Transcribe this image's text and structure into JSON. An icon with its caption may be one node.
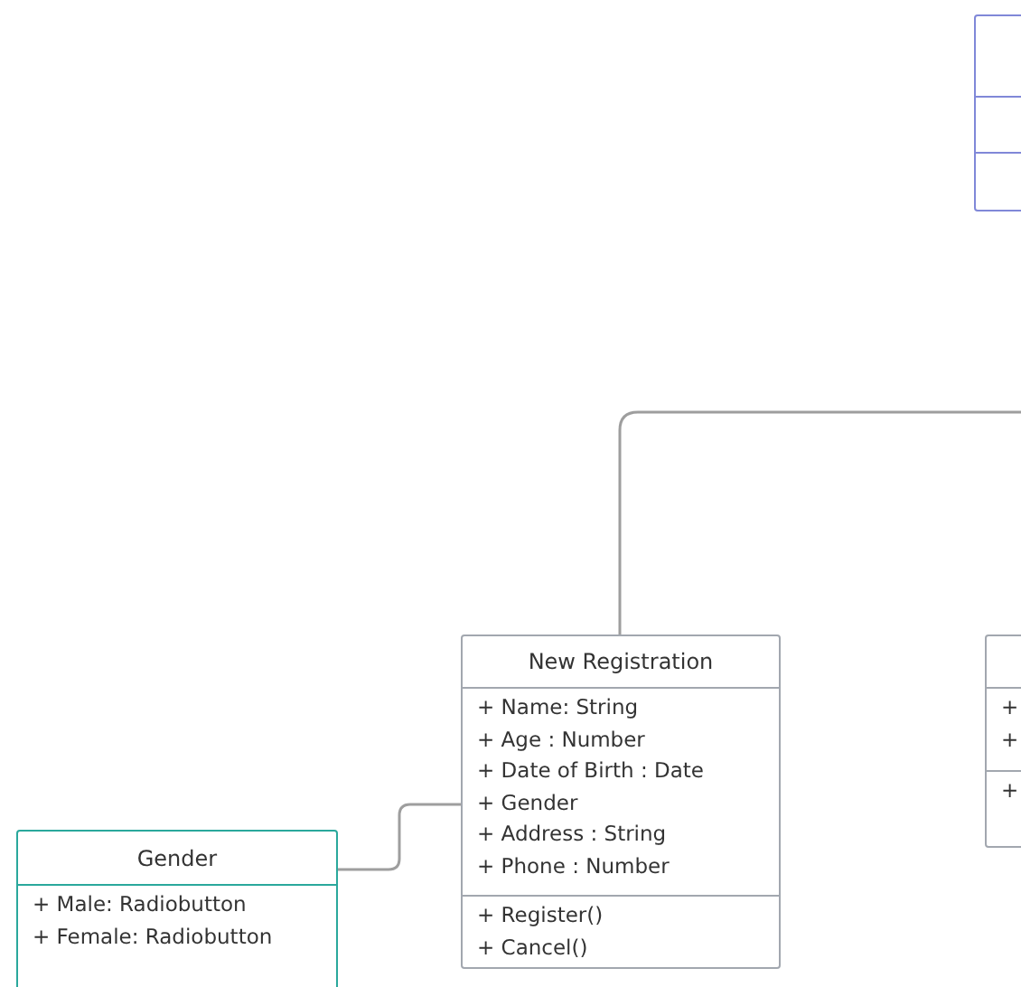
{
  "diagram": {
    "nodes": [
      {
        "text": [],
        "shape": "box"
      },
      {
        "text": [
          "New Registration",
          "+ Name: String",
          "+ Age : Number",
          "+ Date of Birth : Date",
          "+ Gender",
          "+ Address : String",
          "+ Phone : Number",
          "+ Register()",
          "+ Cancel()"
        ]
      },
      {
        "text": [
          "Gender",
          "+ Male: Radiobutton",
          "+ Female: Radiobutton"
        ]
      },
      {
        "text": [
          "+",
          "+",
          "+"
        ]
      }
    ],
    "edges": [
      {
        "from": 1,
        "to": null,
        "arrow": "none"
      },
      {
        "from": 2,
        "to": 1,
        "arrow": "none"
      }
    ]
  }
}
